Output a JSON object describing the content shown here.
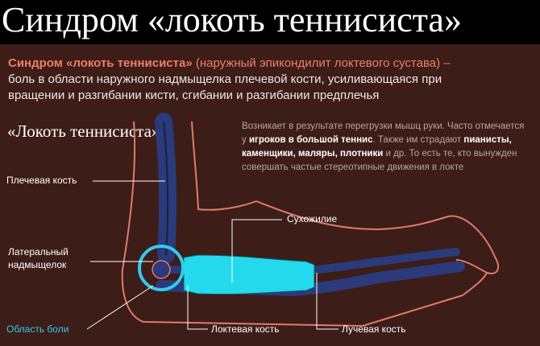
{
  "title": "Синдром «локоть теннисиста»",
  "intro": {
    "term": "Синдром «локоть теннисиста»",
    "paren": " (наружный эпикондилит локтевого сустава) –",
    "line2": "боль в области наружного надмыщелка плечевой кости, усиливающаяся при",
    "line3": "вращении и разгибании кисти, сгибании и разгибании предплечья"
  },
  "diagram_title": "«Локоть теннисиста»",
  "description": {
    "p1": "Возникает в результате перегрузки мышц руки. Часто отмечается у ",
    "b1": "игроков в большой теннис",
    "p2": ". Также им страдают ",
    "b2": "пианисты, каменщики, маляры, плотники",
    "p3": " и др. То есть те, кто вынужден совершать частые стереотипные движения в локте"
  },
  "labels": {
    "humerus": "Плечевая кость",
    "epicondyle_line1": "Латеральный",
    "epicondyle_line2": "надмыщелок",
    "pain_area": "Область боли",
    "tendon": "Сухожилие",
    "ulna": "Локтевая кость",
    "radius": "Лучевая кость"
  },
  "colors": {
    "background": "#3c1d17",
    "outline": "#e07b6a",
    "bone": "#2b3a7a",
    "tendon": "#25d9ec",
    "pain": "#35c9ee",
    "accent_text": "#f07f65"
  }
}
